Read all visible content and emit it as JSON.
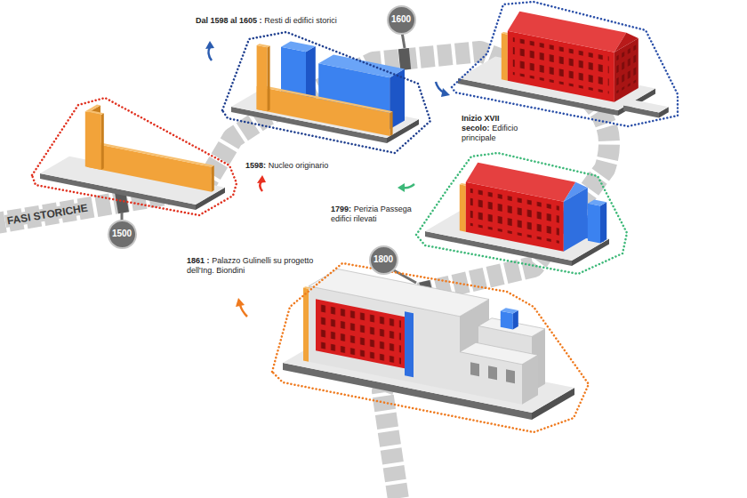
{
  "diagram": {
    "nodes": [
      {
        "text": [
          "1500"
        ]
      },
      {
        "text": [
          "1600"
        ]
      },
      {
        "text": [
          "1800"
        ]
      }
    ],
    "labels": [
      "FASI STORICHE",
      "Dal 1598 al 1605 :",
      "Resti di edifici storici",
      "1598:",
      "Nucleo originario",
      "Inizio XVII secolo:",
      "Edificio principale",
      "1799:",
      "Perizia Passega edifici rilevati",
      "1861 :",
      "Palazzo Gulinelli su progetto dell'Ing. Biondini"
    ]
  }
}
